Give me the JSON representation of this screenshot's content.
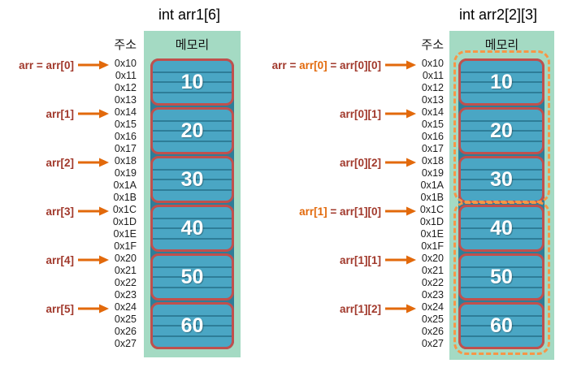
{
  "colors": {
    "memory_column_bg": "#A4DAC3",
    "cell_fill": "#4AA6C4",
    "cell_stripe": "#2E7D98",
    "cell_border": "#C0504D",
    "label_dark_red": "#A1392C",
    "label_orange": "#E2690B",
    "arrow_orange": "#E2690B",
    "group_dashed_orange": "#F79646",
    "cell_value_text": "#FFFFFF",
    "title_text": "#000000"
  },
  "diagrams": [
    {
      "title": "int arr1[6]",
      "address_header": "주소",
      "memory_header": "메모리",
      "addresses": [
        "0x10",
        "0x11",
        "0x12",
        "0x13",
        "0x14",
        "0x15",
        "0x16",
        "0x17",
        "0x18",
        "0x19",
        "0x1A",
        "0x1B",
        "0x1C",
        "0x1D",
        "0x1E",
        "0x1F",
        "0x20",
        "0x21",
        "0x22",
        "0x23",
        "0x24",
        "0x25",
        "0x26",
        "0x27"
      ],
      "cells": [
        "10",
        "20",
        "30",
        "40",
        "50",
        "60"
      ],
      "labels": [
        {
          "segments": [
            {
              "text": "arr = arr[0]",
              "emphasis": "dark"
            }
          ]
        },
        {
          "segments": [
            {
              "text": "arr[1]",
              "emphasis": "dark"
            }
          ]
        },
        {
          "segments": [
            {
              "text": "arr[2]",
              "emphasis": "dark"
            }
          ]
        },
        {
          "segments": [
            {
              "text": "arr[3]",
              "emphasis": "dark"
            }
          ]
        },
        {
          "segments": [
            {
              "text": "arr[4]",
              "emphasis": "dark"
            }
          ]
        },
        {
          "segments": [
            {
              "text": "arr[5]",
              "emphasis": "dark"
            }
          ]
        }
      ]
    },
    {
      "title": "int arr2[2][3]",
      "address_header": "주소",
      "memory_header": "메모리",
      "addresses": [
        "0x10",
        "0x11",
        "0x12",
        "0x13",
        "0x14",
        "0x15",
        "0x16",
        "0x17",
        "0x18",
        "0x19",
        "0x1A",
        "0x1B",
        "0x1C",
        "0x1D",
        "0x1E",
        "0x1F",
        "0x20",
        "0x21",
        "0x22",
        "0x23",
        "0x24",
        "0x25",
        "0x26",
        "0x27"
      ],
      "cells": [
        "10",
        "20",
        "30",
        "40",
        "50",
        "60"
      ],
      "labels": [
        {
          "segments": [
            {
              "text": "arr = ",
              "emphasis": "dark"
            },
            {
              "text": "arr[0]",
              "emphasis": "orange"
            },
            {
              "text": " = arr[0][0]",
              "emphasis": "dark"
            }
          ]
        },
        {
          "segments": [
            {
              "text": "arr[0][1]",
              "emphasis": "dark"
            }
          ]
        },
        {
          "segments": [
            {
              "text": "arr[0][2]",
              "emphasis": "dark"
            }
          ]
        },
        {
          "segments": [
            {
              "text": "arr[1]",
              "emphasis": "orange"
            },
            {
              "text": " = arr[1][0]",
              "emphasis": "dark"
            }
          ]
        },
        {
          "segments": [
            {
              "text": "arr[1][1]",
              "emphasis": "dark"
            }
          ]
        },
        {
          "segments": [
            {
              "text": "arr[1][2]",
              "emphasis": "dark"
            }
          ]
        }
      ]
    }
  ]
}
